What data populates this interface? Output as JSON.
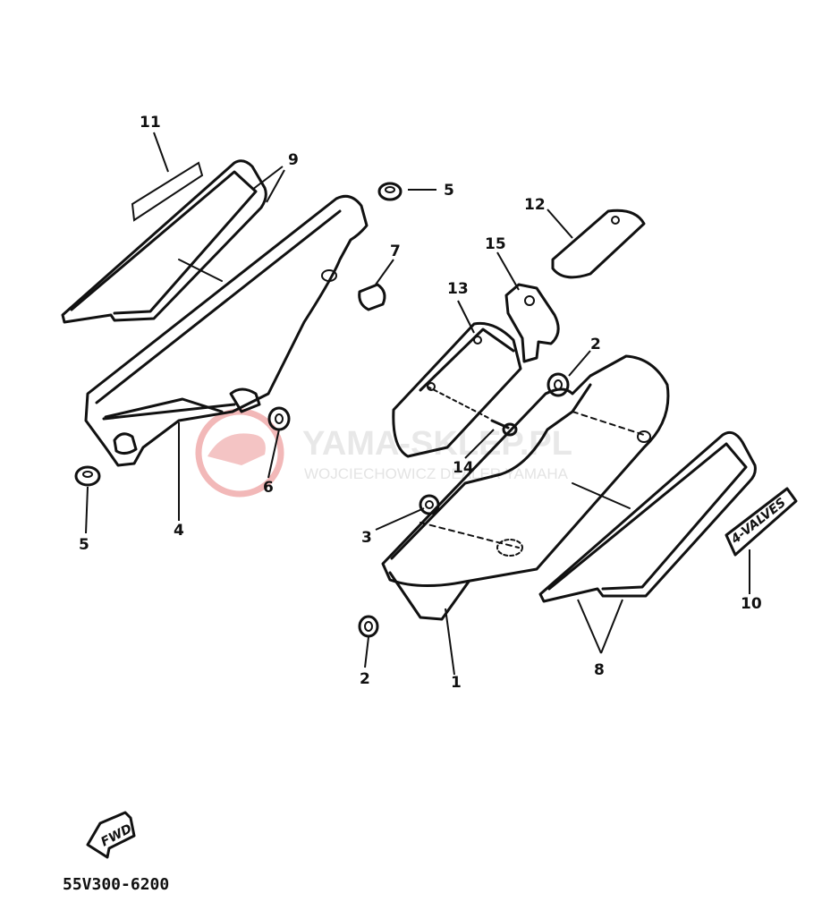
{
  "diagram": {
    "part_labels": [
      "11",
      "9",
      "5",
      "7",
      "12",
      "15",
      "13",
      "2",
      "4",
      "6",
      "5",
      "14",
      "3",
      "10",
      "2",
      "1",
      "8"
    ],
    "decal_text": "4-VALVES",
    "fwd_text": "FWD",
    "diagram_code": "55V300-6200"
  },
  "watermark": {
    "main": "YAMA-SKLEP.PL",
    "sub": "WOJCIECHOWICZ DEALER YAMAHA",
    "logo_color": "#f2b8b8"
  },
  "colors": {
    "ink": "#111111",
    "paper": "#ffffff"
  }
}
